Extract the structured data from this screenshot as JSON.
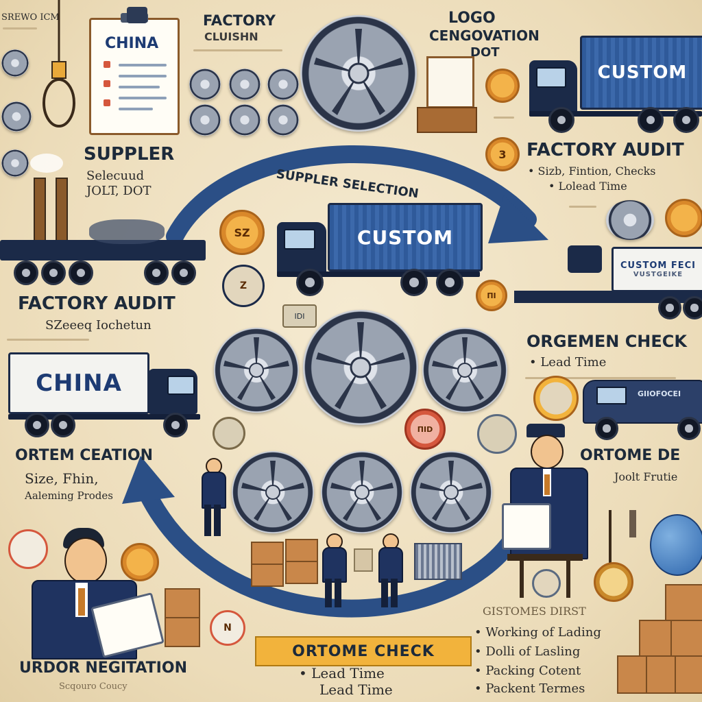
{
  "labels": {
    "factory_top": "FACTORY",
    "factory_top_sub": "CLUISHN",
    "logo": "LOGO",
    "logo_sub": "CENGOVATION",
    "logo_dot": "DOT",
    "china_clipboard": "CHINA",
    "supplier": "SUPPLER",
    "supplier_sub1": "Selecuud",
    "supplier_sub2": "JOLT, DOT",
    "supplier_selection_arc": "SUPPLER SELECTION",
    "custom_top_truck": "CUSTOM",
    "custom_center_truck": "CUSTOM",
    "factory_audit_right": "FACTORY AUDIT",
    "factory_audit_right_sub1": "• Sizb, Fintion, Checks",
    "factory_audit_right_sub2": "• Lolead Time",
    "custom_right_trailer": "CUSTOM FECI",
    "custom_right_trailer_sub": "VUSTGEIKE",
    "factory_audit_left": "FACTORY AUDIT",
    "factory_audit_left_sub": "SZeeeq Iochetun",
    "china_truck": "CHINA",
    "order_check_right": "ORGEMEN CHECK",
    "order_check_right_sub": "• Lead Time",
    "van_label": "GIIOFOCEI",
    "ortem_left": "ORTEM CEATION",
    "ortem_left_sub1": "Size, Fhin,",
    "ortem_left_sub2": "Aaleming Prodes",
    "ortome_right": "ORTOME DE",
    "ortome_right_sub": "Joolt Frutie",
    "order_negotiation": "URDOR NEGITATION",
    "order_negotiation_sub": "Scqouro Coucy",
    "ortome_check_banner": "ORTOME CHECK",
    "ortome_check_sub1": "• Lead Time",
    "ortome_check_sub2": "Lead Time",
    "customs_docs_title": "GISTOMES DIRST",
    "customs_docs_items": [
      "• Working of Lading",
      "• Dolli of Lasling",
      "• Packing Cotent",
      "• Packent Termes"
    ],
    "coin_3": "3",
    "coin_sz": "SZ",
    "coin_z": "Z",
    "coin_01": "IDI",
    "coin_red_1": "ПID",
    "coin_red_2": "ПI",
    "coin_n": "N",
    "top_left_text": "SREWO ICM"
  },
  "colors": {
    "background": "#efe2c3",
    "navy": "#1d2a3a",
    "arrow_blue": "#2b4f86",
    "container_blue": "#2f5a9a",
    "gold": "#f2b33c"
  },
  "icons": [
    "hangman-icon",
    "smokestack-icon",
    "globe-icon",
    "clipboard-icon",
    "wheel-rim-icon",
    "truck-icon",
    "van-icon",
    "box-stack-icon",
    "person-icon"
  ]
}
